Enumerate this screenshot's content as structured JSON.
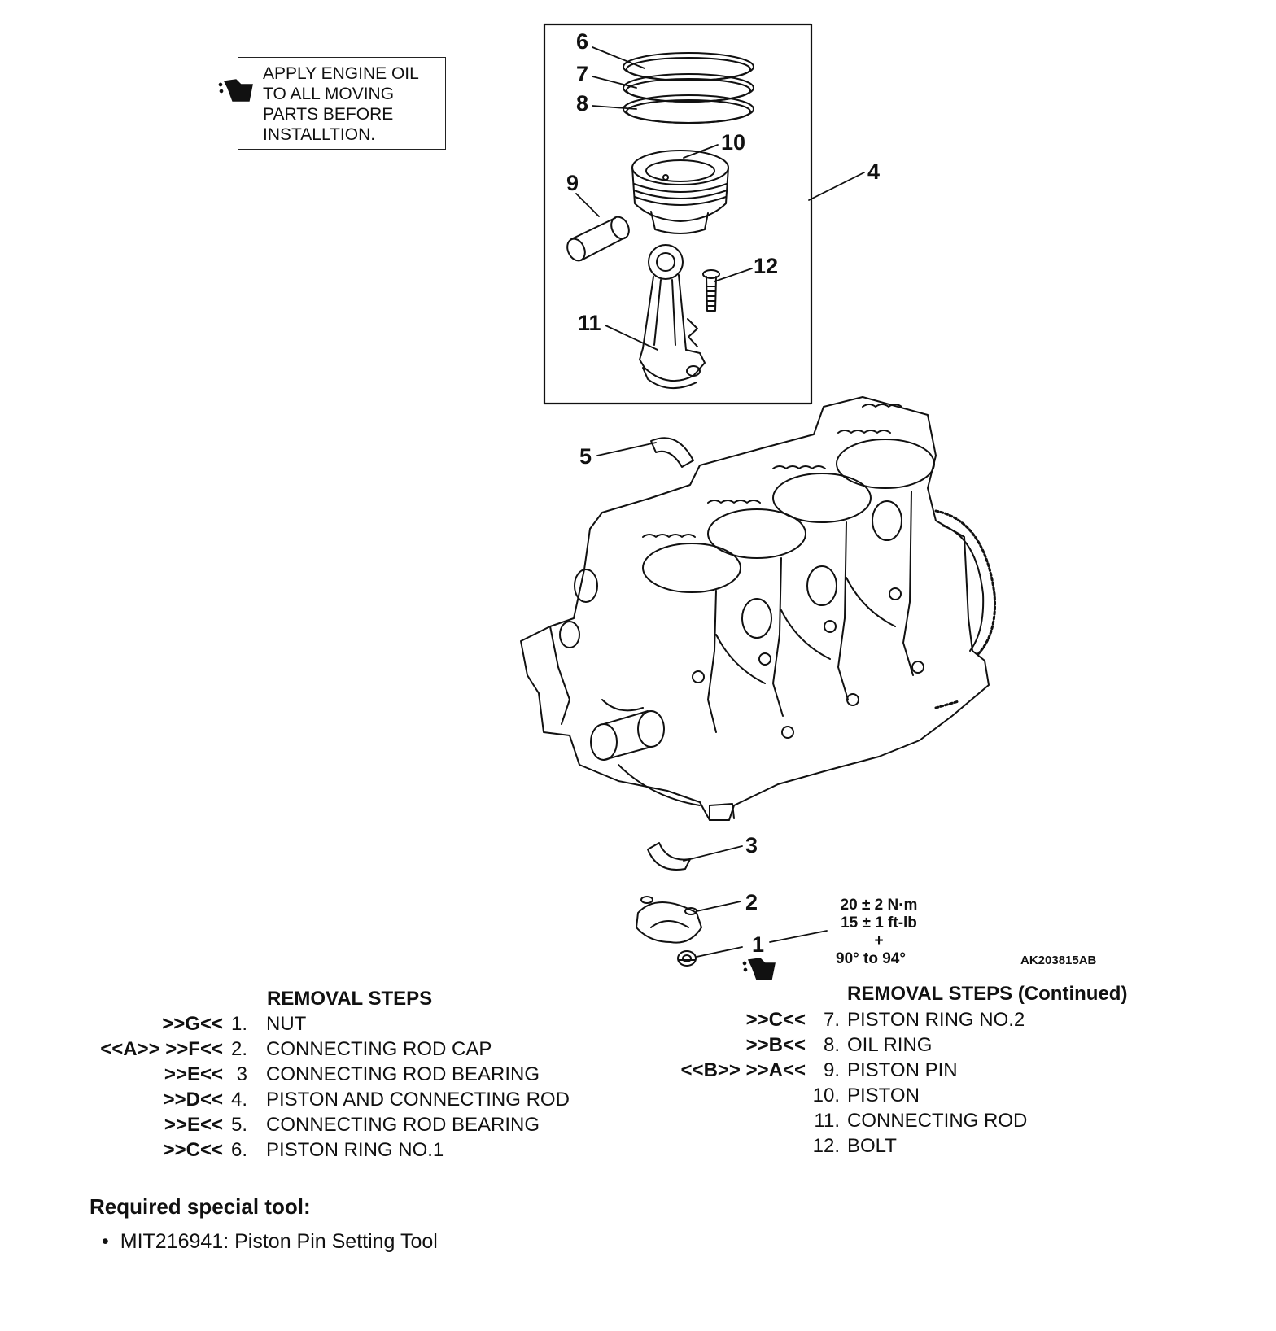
{
  "note": {
    "lines": [
      "APPLY ENGINE OIL",
      "TO ALL MOVING",
      "PARTS BEFORE",
      "INSTALLTION."
    ],
    "icon": "oil-can-icon"
  },
  "callouts": [
    "1",
    "2",
    "3",
    "4",
    "5",
    "6",
    "7",
    "8",
    "9",
    "10",
    "11",
    "12"
  ],
  "torque": {
    "line1": "20 ± 2 N·m",
    "line2": "15 ± 1 ft-lb",
    "line3": "+",
    "line4": "90° to 94°"
  },
  "figure_code": "AK203815AB",
  "removal_left": {
    "title": "REMOVAL STEPS",
    "steps": [
      {
        "codes": ">>G<<",
        "num": "1.",
        "name": "NUT"
      },
      {
        "codes": "<<A>> >>F<<",
        "num": "2.",
        "name": "CONNECTING ROD CAP"
      },
      {
        "codes": ">>E<<",
        "num": "3",
        "name": "CONNECTING ROD BEARING"
      },
      {
        "codes": ">>D<<",
        "num": "4.",
        "name": "PISTON AND CONNECTING ROD"
      },
      {
        "codes": ">>E<<",
        "num": "5.",
        "name": "CONNECTING ROD BEARING"
      },
      {
        "codes": ">>C<<",
        "num": "6.",
        "name": "PISTON RING NO.1"
      }
    ]
  },
  "removal_right": {
    "title": "REMOVAL STEPS (Continued)",
    "steps": [
      {
        "codes": ">>C<<",
        "num": "7.",
        "name": "PISTON RING NO.2"
      },
      {
        "codes": ">>B<<",
        "num": "8.",
        "name": "OIL RING"
      },
      {
        "codes": "<<B>> >>A<<",
        "num": "9.",
        "name": "PISTON PIN"
      },
      {
        "codes": "",
        "num": "10.",
        "name": "PISTON"
      },
      {
        "codes": "",
        "num": "11.",
        "name": "CONNECTING ROD"
      },
      {
        "codes": "",
        "num": "12.",
        "name": "BOLT"
      }
    ]
  },
  "special_tool": {
    "title": "Required special tool:",
    "items": [
      "MIT216941: Piston Pin Setting Tool"
    ]
  }
}
